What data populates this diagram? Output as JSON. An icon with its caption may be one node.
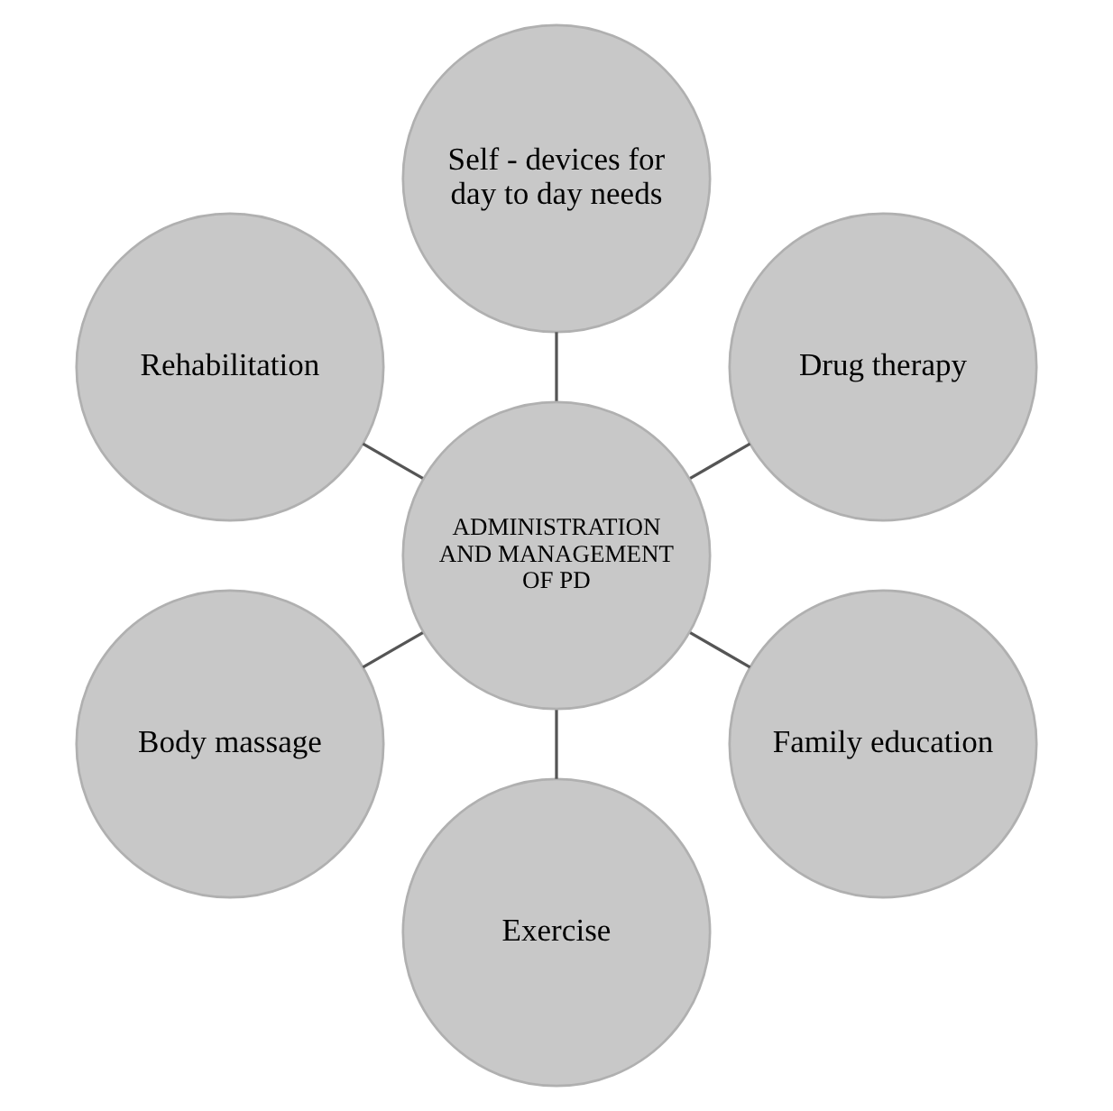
{
  "diagram": {
    "nodes": [
      {
        "text": [
          "Drug therapy"
        ]
      },
      {
        "text": [
          "Self - devices for day to day needs"
        ]
      },
      {
        "text": [
          "Rehabilitation"
        ]
      },
      {
        "text": [
          "ADMINISTRATION AND MANAGEMENT OF PD"
        ]
      },
      {
        "text": [
          "Body massage"
        ]
      },
      {
        "text": [
          "Exercise"
        ]
      },
      {
        "text": [
          "Family education"
        ]
      }
    ],
    "edges": [
      {
        "from": 3,
        "to": 0,
        "arrow": "none"
      },
      {
        "from": 3,
        "to": 2,
        "arrow": "none"
      },
      {
        "from": 3,
        "to": 5,
        "arrow": "none"
      },
      {
        "from": 3,
        "to": 6,
        "arrow": "none"
      },
      {
        "from": 3,
        "to": 4,
        "arrow": "none"
      },
      {
        "from": 3,
        "to": 1,
        "arrow": "none"
      }
    ]
  }
}
